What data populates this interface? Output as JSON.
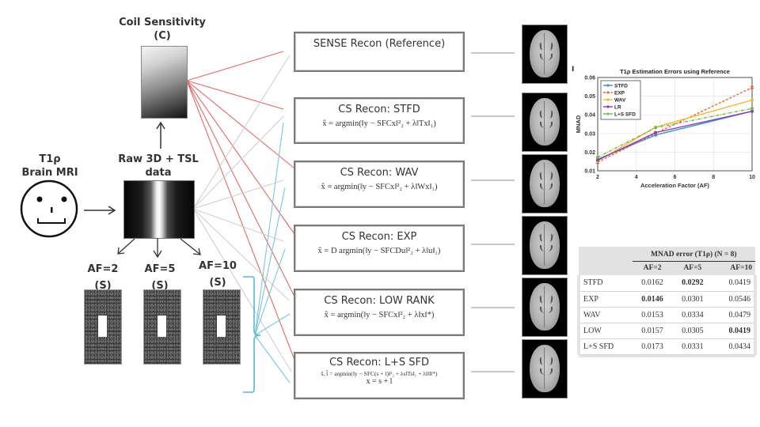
{
  "input": {
    "title_line1": "T1ρ",
    "title_line2": "Brain MRI"
  },
  "raw": {
    "title_line1": "Raw 3D + TSL",
    "title_line2": "data"
  },
  "coil": {
    "title_line1": "Coil Sensitivity",
    "title_line2": "(C)"
  },
  "masks": [
    {
      "af": "AF=2",
      "sym": "(S)"
    },
    {
      "af": "AF=5",
      "sym": "(S)"
    },
    {
      "af": "AF=10",
      "sym": "(S)"
    }
  ],
  "recons": [
    {
      "title": "SENSE Recon (Reference)",
      "equation": ""
    },
    {
      "title": "CS Recon: STFD",
      "equation": "x̂ = argmin(‖y − SFCx‖²₂ + λ‖Tx‖₁)",
      "sub": "x"
    },
    {
      "title": "CS Recon: WAV",
      "equation": "x̂ = argmin(‖y − SFCx‖²₂ + λ‖Wx‖₁)",
      "sub": "x"
    },
    {
      "title": "CS Recon: EXP",
      "equation": "x̂ = D argmin(‖y − SFCDu‖²₂ + λ‖u‖₁)",
      "sub": "u"
    },
    {
      "title": "CS Recon: LOW RANK",
      "equation": "x̂ = argmin(‖y − SFCx‖²₂ + λ‖x‖*)",
      "sub": "x"
    },
    {
      "title": "CS Recon: L+S SFD",
      "equation": "ŝ, l̂ = argmin(‖y − SFC(s + l)‖²₂ + λs‖Ts‖₁ + λl‖l‖*)",
      "sub": "s,l",
      "equation2": "x = s + l"
    }
  ],
  "panel_marker": "I",
  "chart_data": {
    "type": "line",
    "title": "T1ρ Estimation Errors using Reference",
    "xlabel": "Acceleration Factor (AF)",
    "ylabel": "MNAD",
    "x": [
      2,
      5,
      10
    ],
    "xlim": [
      2,
      10
    ],
    "ylim": [
      0.01,
      0.06
    ],
    "xticks": [
      2,
      4,
      6,
      8,
      10
    ],
    "yticks": [
      0.01,
      0.02,
      0.03,
      0.04,
      0.05,
      0.06
    ],
    "ytick_labels": [
      "0.01",
      "0.02",
      "0.03",
      "0.04",
      "0.05",
      "0.06"
    ],
    "grid": true,
    "legend_position": "top-left",
    "series": [
      {
        "name": "STFD",
        "values": [
          0.0162,
          0.0292,
          0.0419
        ],
        "color": "#3a8fd9",
        "dash": "solid"
      },
      {
        "name": "EXP",
        "values": [
          0.0146,
          0.0301,
          0.0546
        ],
        "color": "#e8673a",
        "dash": "dashed"
      },
      {
        "name": "WAV",
        "values": [
          0.0153,
          0.0334,
          0.0479
        ],
        "color": "#f2b83a",
        "dash": "solid"
      },
      {
        "name": "LR",
        "values": [
          0.0157,
          0.0305,
          0.0419
        ],
        "color": "#8e3fa8",
        "dash": "solid"
      },
      {
        "name": "L+S SFD",
        "values": [
          0.0173,
          0.0331,
          0.0434
        ],
        "color": "#7ab648",
        "dash": "dashdot"
      }
    ]
  },
  "table": {
    "group_header": "MNAD error (T1ρ) (N = 8)",
    "columns": [
      "",
      "AF=2",
      "AF=5",
      "AF=10"
    ],
    "rows": [
      {
        "cells": [
          "STFD",
          "0.0162",
          "0.0292",
          "0.0419"
        ],
        "bold": [
          false,
          false,
          true,
          false
        ]
      },
      {
        "cells": [
          "EXP",
          "0.0146",
          "0.0301",
          "0.0546"
        ],
        "bold": [
          false,
          true,
          false,
          false
        ]
      },
      {
        "cells": [
          "WAV",
          "0.0153",
          "0.0334",
          "0.0479"
        ],
        "bold": [
          false,
          false,
          false,
          false
        ]
      },
      {
        "cells": [
          "LOW",
          "0.0157",
          "0.0305",
          "0.0419"
        ],
        "bold": [
          false,
          false,
          false,
          true
        ]
      },
      {
        "cells": [
          "L+S SFD",
          "0.0173",
          "0.0331",
          "0.0434"
        ],
        "bold": [
          false,
          false,
          false,
          false
        ]
      }
    ]
  },
  "colors": {
    "coil_links": "#e06a6a",
    "raw_links": "#cfcfcf",
    "mask_links": "#7cc7e0",
    "box_border": "#7a7a7a"
  }
}
